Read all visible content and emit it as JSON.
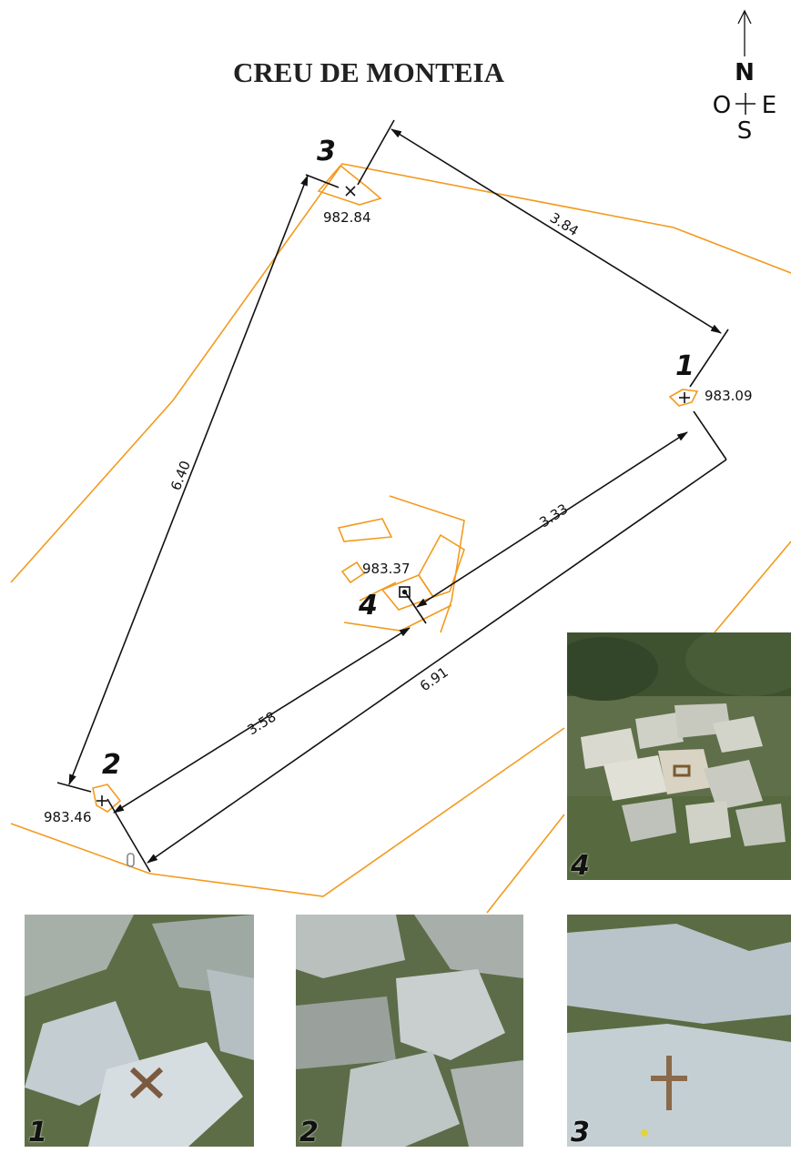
{
  "title": "CREU DE MONTEIA",
  "compass": {
    "north": "N",
    "south": "S",
    "east": "E",
    "west": "O"
  },
  "colors": {
    "boundary": "#f39a1e",
    "dimension": "#111111",
    "rock": "#b9c2c9",
    "grass": "#4f6b35"
  },
  "points": [
    {
      "id": "1",
      "label": "1",
      "elevation": "983.09",
      "mark": "plus"
    },
    {
      "id": "2",
      "label": "2",
      "elevation": "983.46",
      "mark": "plus"
    },
    {
      "id": "3",
      "label": "3",
      "elevation": "982.84",
      "mark": "cross"
    },
    {
      "id": "4",
      "label": "4",
      "elevation": "983.37",
      "mark": "square-dot"
    }
  ],
  "distances": [
    {
      "between": "3-1",
      "value": "3.84"
    },
    {
      "between": "3-2",
      "value": "6.40"
    },
    {
      "between": "4-1",
      "value": "3.33"
    },
    {
      "between": "2-4",
      "value": "3.58"
    },
    {
      "between": "2-1",
      "value": "6.91"
    }
  ],
  "photos": [
    {
      "id": "4",
      "label": "4",
      "subject": "stone cairn with engraved square mark"
    },
    {
      "id": "1",
      "label": "1",
      "subject": "limestone rock with engraved cross X"
    },
    {
      "id": "2",
      "label": "2",
      "subject": "broken limestone rocks"
    },
    {
      "id": "3",
      "label": "3",
      "subject": "limestone rock with engraved cross +"
    }
  ]
}
